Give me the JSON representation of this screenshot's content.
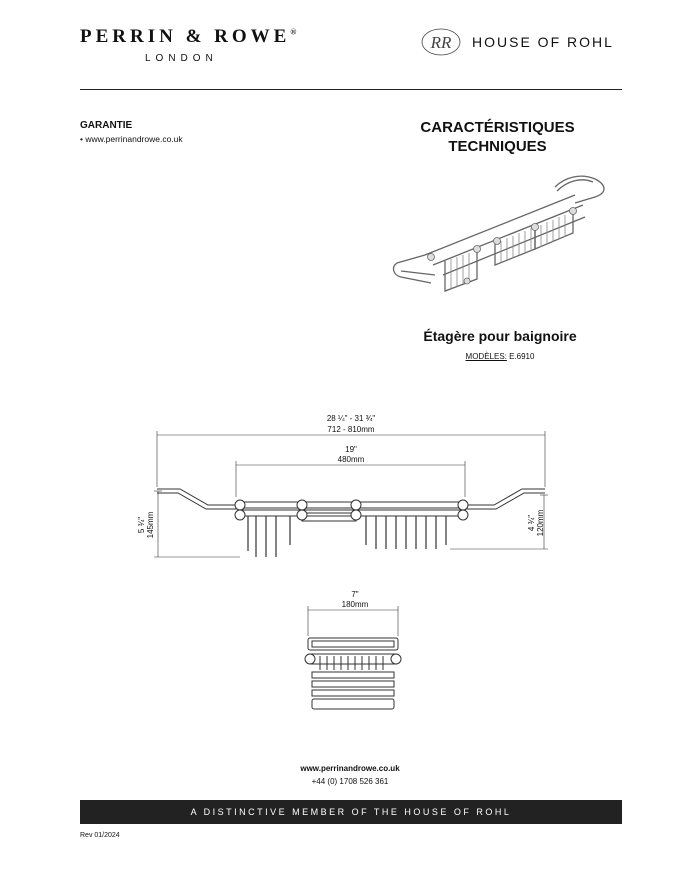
{
  "header": {
    "brand_name": "PERRIN & ROWE",
    "brand_mark": "®",
    "brand_city": "LONDON",
    "partner": "HOUSE OF ROHL",
    "partner_monogram": "RR"
  },
  "warranty": {
    "heading": "GARANTIE",
    "bullet": "•   www.perrinandrowe.co.uk"
  },
  "specs": {
    "title_line1": "CARACTÉRISTIQUES",
    "title_line2": "TECHNIQUES",
    "product_name": "Étagère pour baignoire",
    "models_label": "MODÈLES:",
    "models_value": " E.6910"
  },
  "dimensions": {
    "overall_in": "28 ¼\" - 31 ¾\"",
    "overall_mm": "712 - 810mm",
    "inner_in": "19\"",
    "inner_mm": "480mm",
    "height_left_in": "5 ¾\"",
    "height_left_mm": "145mm",
    "height_right_in": "4 ¾\"",
    "height_right_mm": "120mm",
    "depth_in": "7\"",
    "depth_mm": "180mm"
  },
  "footer": {
    "url": "www.perrinandrowe.co.uk",
    "phone": "+44 (0) 1708 526 361",
    "banner": "A DISTINCTIVE MEMBER OF THE HOUSE OF ROHL",
    "revision": "Rev 01/2024"
  }
}
